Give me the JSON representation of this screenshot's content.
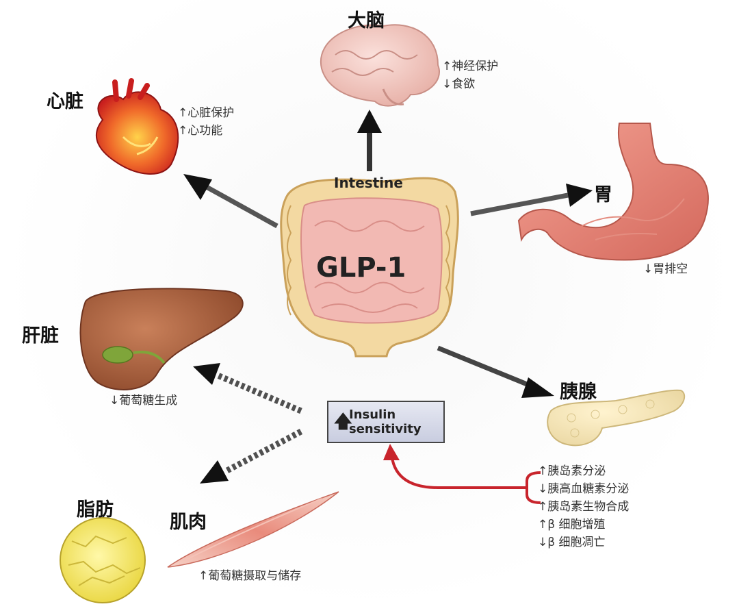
{
  "center": {
    "intestine_label": "Intestine",
    "title": "GLP-1"
  },
  "insulin_box": {
    "arrow": "🡅",
    "text": "Insulin\nsensitivity"
  },
  "organs": {
    "brain": {
      "name": "大脑",
      "effects": [
        "↑神经保护",
        "↓食欲"
      ]
    },
    "heart": {
      "name": "心脏",
      "effects": [
        "↑心脏保护",
        "↑心功能"
      ]
    },
    "stomach": {
      "name": "胃",
      "effects": [
        "↓胃排空"
      ]
    },
    "liver": {
      "name": "肝脏",
      "effects": [
        "↓葡萄糖生成"
      ]
    },
    "pancreas": {
      "name": "胰腺",
      "effects": [
        "↑胰岛素分泌",
        "↓胰高血糖素分泌",
        "↑胰岛素生物合成",
        "↑β 细胞增殖",
        "↓β 细胞凋亡"
      ]
    },
    "fat": {
      "name": "脂肪"
    },
    "muscle": {
      "name": "肌肉",
      "effects": [
        "↑葡萄糖摄取与储存"
      ]
    }
  }
}
